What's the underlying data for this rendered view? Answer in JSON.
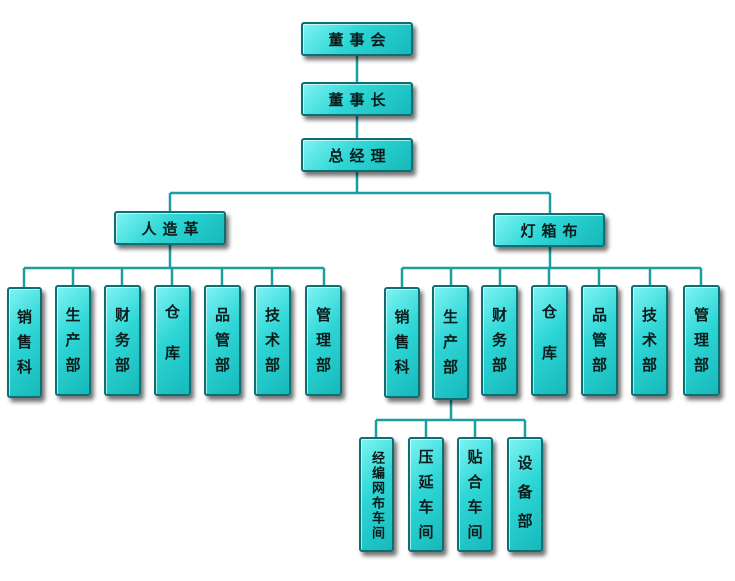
{
  "org": {
    "board": "董事会",
    "chairman": "董事长",
    "gm": "总经理",
    "div_left": {
      "name": "人造革",
      "depts": [
        "销售科",
        "生产部",
        "财务部",
        "仓库",
        "品管部",
        "技术部",
        "管理部"
      ]
    },
    "div_right": {
      "name": "灯箱布",
      "depts": [
        "销售科",
        "生产部",
        "财务部",
        "仓库",
        "品管部",
        "技术部",
        "管理部"
      ]
    },
    "workshops": [
      "经编网布车间",
      "压延车间",
      "贴合车间",
      "设备部"
    ]
  }
}
